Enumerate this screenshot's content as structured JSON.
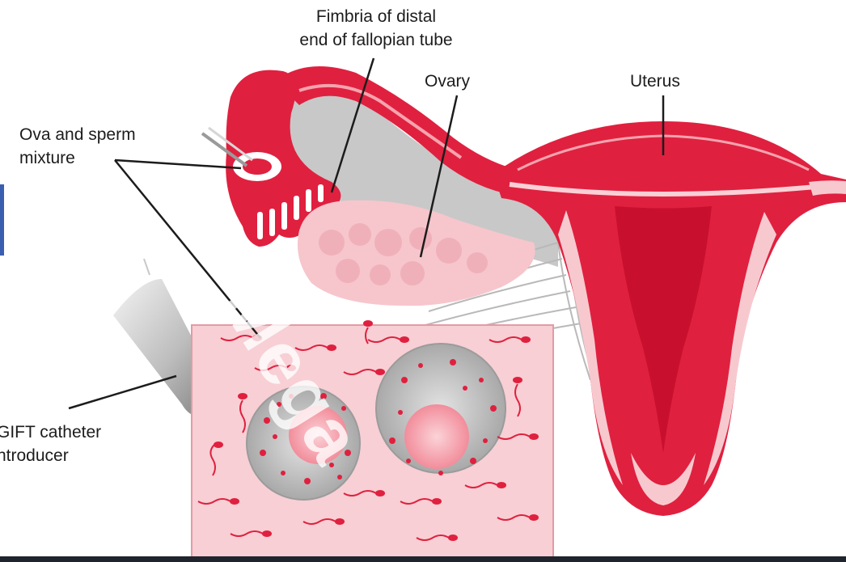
{
  "labels": {
    "fimbria_line1": "Fimbria of distal",
    "fimbria_line2": "end of fallopian tube",
    "ovary": "Ovary",
    "uterus": "Uterus",
    "ova_line1": "Ova and sperm",
    "ova_line2": "mixture",
    "gift_line1": "GIFT catheter",
    "gift_line2": "ntroducer"
  },
  "watermark": "Mega",
  "colors": {
    "tissue_red": "#e0203f",
    "tissue_pink": "#f7c9cf",
    "ovary_pink": "#f6c6cc",
    "ovary_gray": "#c9c9c9",
    "inset_bg": "#f7cfd4",
    "leader": "#1c1c1c"
  }
}
